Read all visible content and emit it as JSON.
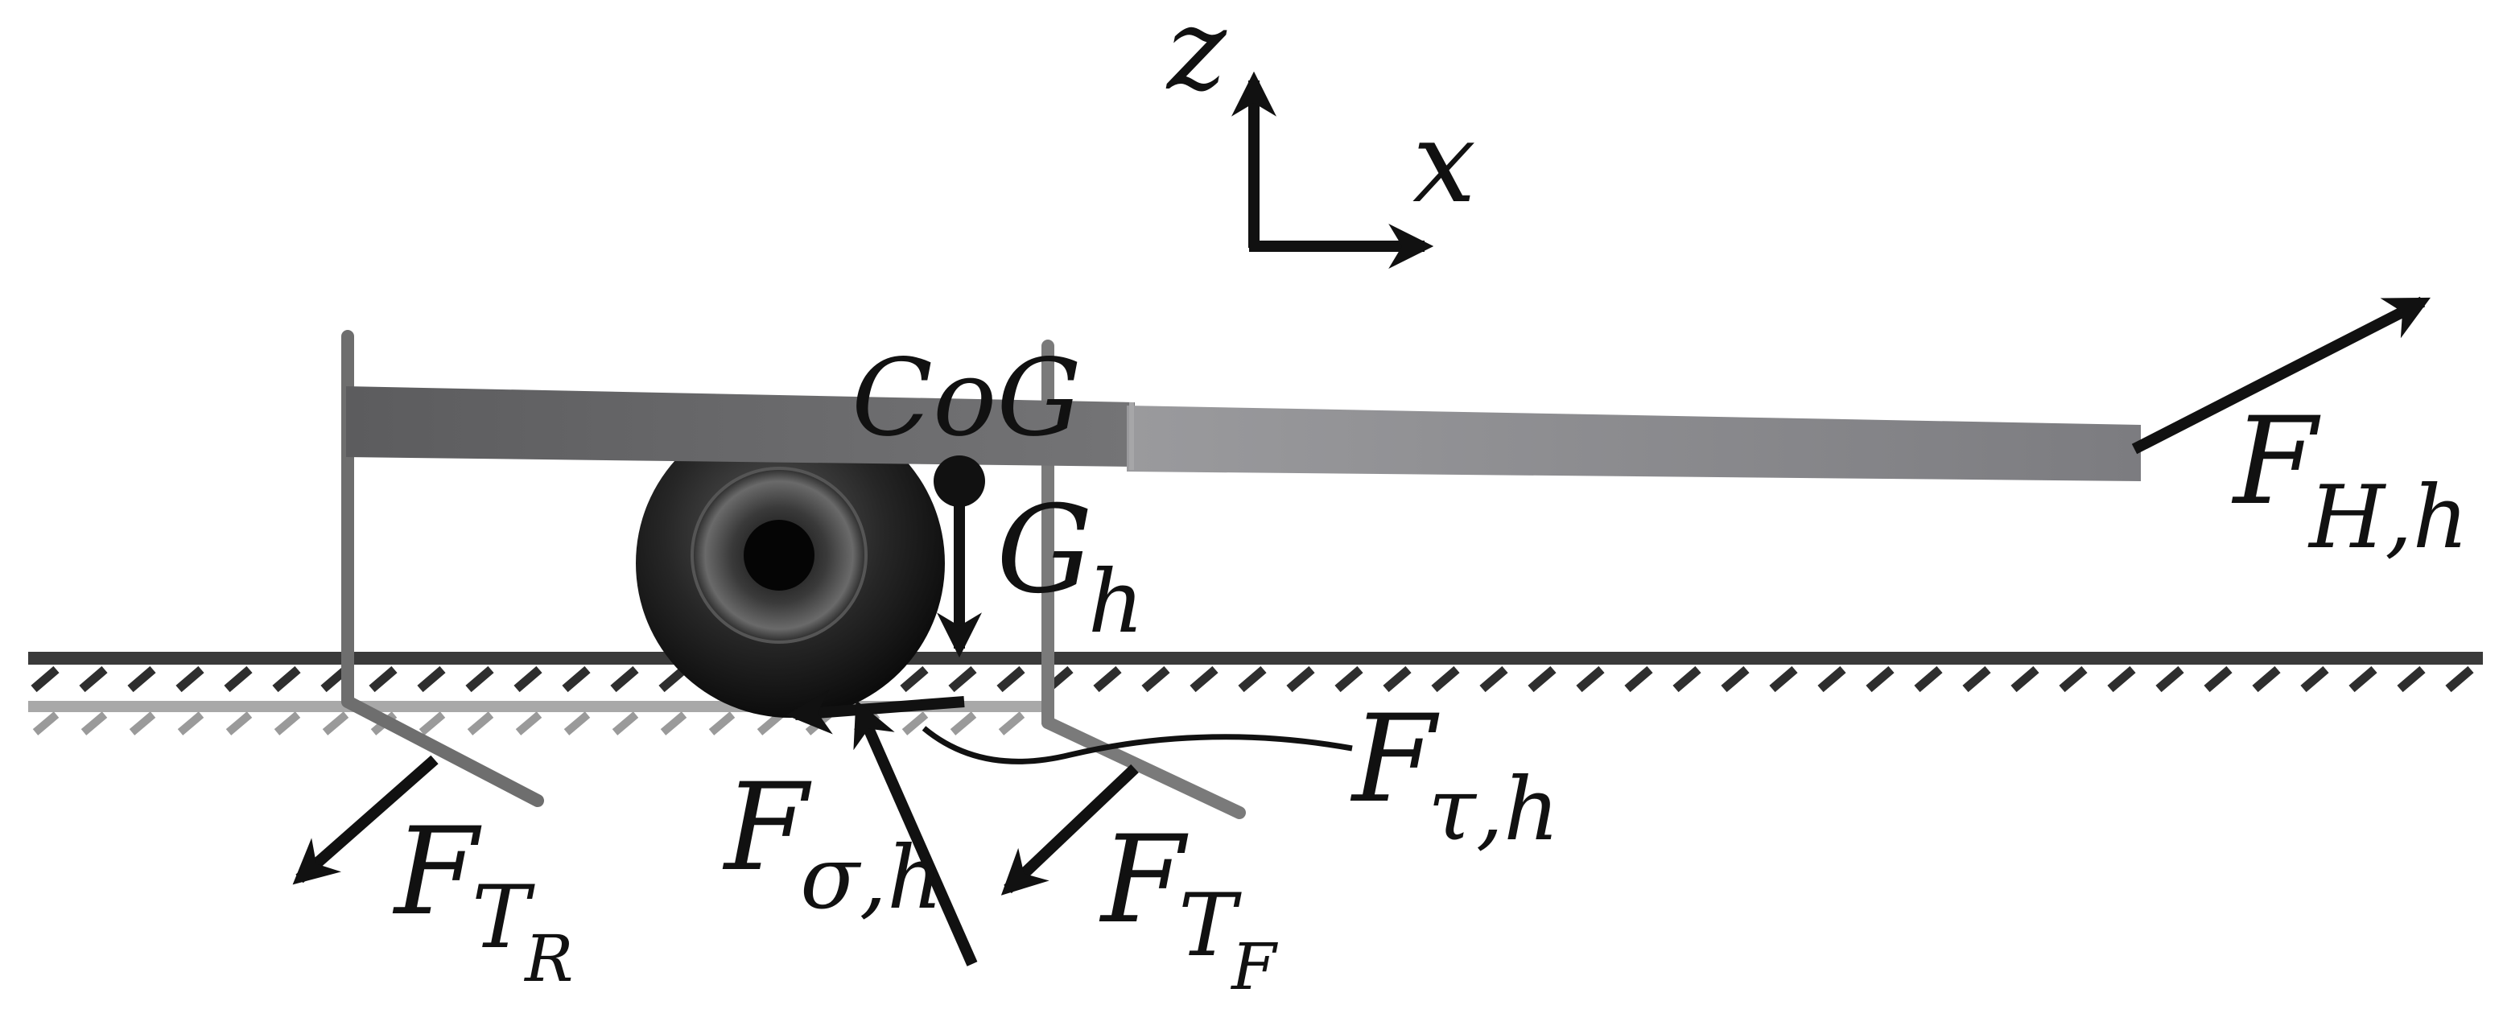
{
  "axes": {
    "z_label": "z",
    "x_label": "x"
  },
  "labels": {
    "cog": "CoG",
    "gravity": {
      "main": "G",
      "sub": "h"
    },
    "hitch_force": {
      "main": "F",
      "sub": "H,h"
    },
    "tangential_force": {
      "main": "F",
      "sub": "τ,h"
    },
    "normal_force": {
      "main": "F",
      "sub": "σ,h"
    },
    "rear_tine_force": {
      "main": "F",
      "sub": "T",
      "subsub": "R"
    },
    "front_tine_force": {
      "main": "F",
      "sub": "T",
      "subsub": "F"
    }
  },
  "colors": {
    "ink": "#111111",
    "beam": "#6a6a6c",
    "beam_light": "#8a8a8d",
    "tine": "#7a7a7a",
    "wheel": "#1c1c1c",
    "ground": "#3a3a3a"
  }
}
